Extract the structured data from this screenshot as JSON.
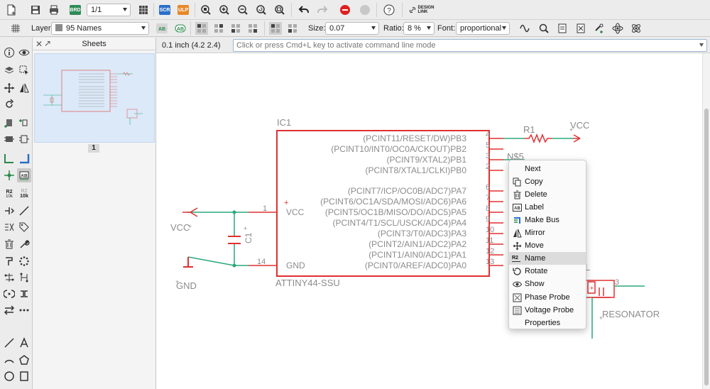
{
  "toolbar": {
    "page_selector": "1/1",
    "badges": {
      "brd": "BRD",
      "scr": "SCR",
      "ulp": "ULP"
    },
    "design_link": [
      "DESIGN",
      "LINK"
    ]
  },
  "properties": {
    "layer_label": "Layer:",
    "layer_value": "95 Names",
    "layer_color": "#8a8a8a",
    "size_label": "Size:",
    "size_value": "0.07",
    "ratio_label": "Ratio:",
    "ratio_value": "8 %",
    "font_label": "Font:",
    "font_value": "proportional"
  },
  "palette": {
    "r2_top": "R2",
    "r2_bottom": "10k"
  },
  "sheets": {
    "title": "Sheets",
    "page_number": "1"
  },
  "status": {
    "coordinates": "0.1 inch (4.2 2.4)",
    "command_placeholder": "Click or press Cmd+L key to activate command line mode"
  },
  "schematic": {
    "ic_name": "IC1",
    "ic_value": "ATTINY44-SSU",
    "right_pins": [
      {
        "label": "(PCINT11/RESET/DW)PB3",
        "num": "4"
      },
      {
        "label": "(PCINT10/INT0/OC0A/CKOUT)PB2",
        "num": "5"
      },
      {
        "label": "(PCINT9/XTAL2)PB1",
        "num": "3"
      },
      {
        "label": "(PCINT8/XTAL1/CLKI)PB0",
        "num": "2"
      },
      {
        "label": "(PCINT7/ICP/OC0B/ADC7)PA7",
        "num": "6"
      },
      {
        "label": "(PCINT6/OC1A/SDA/MOSI/ADC6)PA6",
        "num": "7"
      },
      {
        "label": "(PCINT5/OC1B/MISO/DO/ADC5)PA5",
        "num": "8"
      },
      {
        "label": "(PCINT4/T1/SCL/USCK/ADC4)PA4",
        "num": "9"
      },
      {
        "label": "(PCINT3/T0/ADC3)PA3",
        "num": "10"
      },
      {
        "label": "(PCINT2/AIN1/ADC2)PA2",
        "num": "11"
      },
      {
        "label": "(PCINT1/AIN0/ADC1)PA1",
        "num": "12"
      },
      {
        "label": "(PCINT0/AREF/ADC0)PA0",
        "num": "13"
      }
    ],
    "left_pins": [
      {
        "label": "VCC",
        "num": "1"
      },
      {
        "label": "GND",
        "num": "14"
      }
    ],
    "vcc_left": "VCC",
    "gnd": "GND",
    "cap": "C1",
    "resistor": "R1",
    "vcc_right": "VCC",
    "net_label": "N$5",
    "resonator": "RESONATOR",
    "resonator_pin": "3",
    "partial_l": "L",
    "colors": {
      "part": "#e03030",
      "wire": "#2aa87a",
      "text": "#8c8c8c"
    }
  },
  "context_menu": {
    "items": [
      {
        "label": "Next",
        "icon": "none"
      },
      {
        "label": "Copy",
        "icon": "copy-icon"
      },
      {
        "label": "Delete",
        "icon": "delete-icon"
      },
      {
        "label": "Label",
        "icon": "label-icon"
      },
      {
        "label": "Make Bus",
        "icon": "bus-icon"
      },
      {
        "label": "Mirror",
        "icon": "mirror-icon"
      },
      {
        "label": "Move",
        "icon": "move-icon"
      },
      {
        "label": "Name",
        "icon": "name-icon"
      },
      {
        "label": "Rotate",
        "icon": "rotate-icon"
      },
      {
        "label": "Show",
        "icon": "eye-icon"
      },
      {
        "label": "Phase Probe",
        "icon": "phase-probe-icon"
      },
      {
        "label": "Voltage Probe",
        "icon": "voltage-probe-icon"
      },
      {
        "label": "Properties",
        "icon": "none"
      }
    ],
    "highlighted": "Name",
    "name_icon_text": "R2"
  }
}
